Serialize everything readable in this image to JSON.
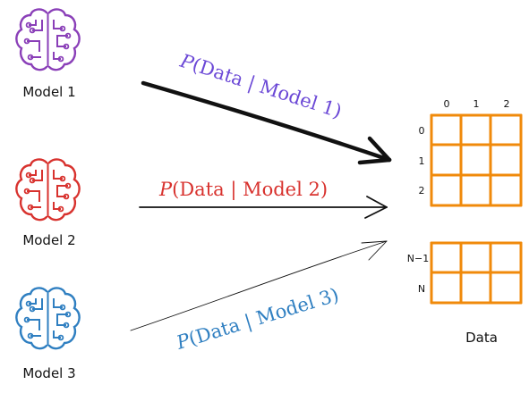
{
  "models": [
    {
      "label": "Model 1",
      "color": "#8a3fb8",
      "equation_prefix": "P",
      "equation_body": "(Data | Model 1)",
      "equation_color": "#6b48d6"
    },
    {
      "label": "Model 2",
      "color": "#d8322e",
      "equation_prefix": "P",
      "equation_body": "(Data | Model 2)",
      "equation_color": "#d8322e"
    },
    {
      "label": "Model 3",
      "color": "#2f7fc1",
      "equation_prefix": "P",
      "equation_body": "(Data | Model 3)",
      "equation_color": "#2f7fc1"
    }
  ],
  "data_grid": {
    "label": "Data",
    "color": "#f08a0b",
    "column_headers": [
      "0",
      "1",
      "2"
    ],
    "top_row_labels": [
      "0",
      "1",
      "2"
    ],
    "bottom_row_labels": [
      "N−1",
      "N"
    ]
  }
}
